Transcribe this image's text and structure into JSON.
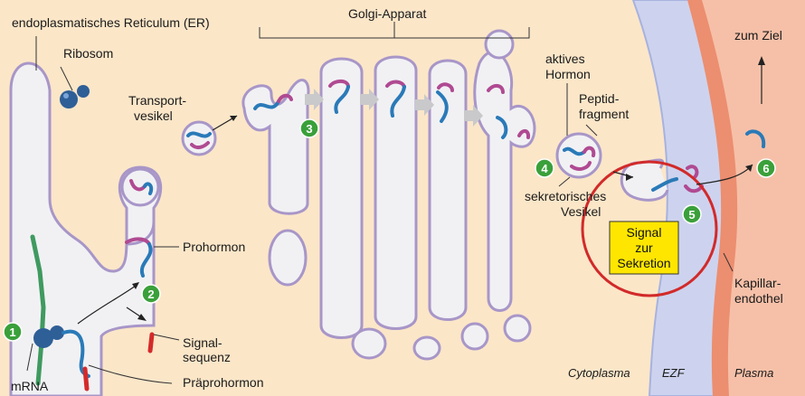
{
  "labels": {
    "er": "endoplasmatisches Reticulum (ER)",
    "ribosome": "Ribosom",
    "golgi": "Golgi-Apparat",
    "transport_line1": "Transport-",
    "transport_line2": "vesikel",
    "active_line1": "aktives",
    "active_line2": "Hormon",
    "peptide_line1": "Peptid-",
    "peptide_line2": "fragment",
    "destination": "zum Ziel",
    "secretory_line1": "sekretorisches",
    "secretory_line2": "Vesikel",
    "prohormone": "Prohormon",
    "signal_line1": "Signal-",
    "signal_line2": "sequenz",
    "prepro": "Präprohormon",
    "mrna": "mRNA",
    "capillary_line1": "Kapillar-",
    "capillary_line2": "endothel"
  },
  "signal_box": {
    "line1": "Signal",
    "line2": "zur",
    "line3": "Sekretion"
  },
  "regions": {
    "cytoplasm": "Cytoplasma",
    "ecf": "EZF",
    "plasma": "Plasma"
  },
  "steps": [
    "1",
    "2",
    "3",
    "4",
    "5",
    "6"
  ],
  "colors": {
    "cytoplasm_bg": "#fbe6c8",
    "membrane_outline": "#a896c8",
    "hormone_blue": "#2a7ab8",
    "hormone_purple": "#b04a92",
    "signal_red": "#d42a2a",
    "step_badge": "#3aa03a",
    "ribosome": "#2f5f97",
    "mrna_green": "#3f9a5f",
    "signal_box_fill": "#ffe600",
    "ecf_band": "#cdd3ee",
    "plasma_band": "#f6c0a8",
    "endothel": "#ec8e70"
  },
  "icons": [
    "ribosome-icon",
    "arrow-icon"
  ]
}
